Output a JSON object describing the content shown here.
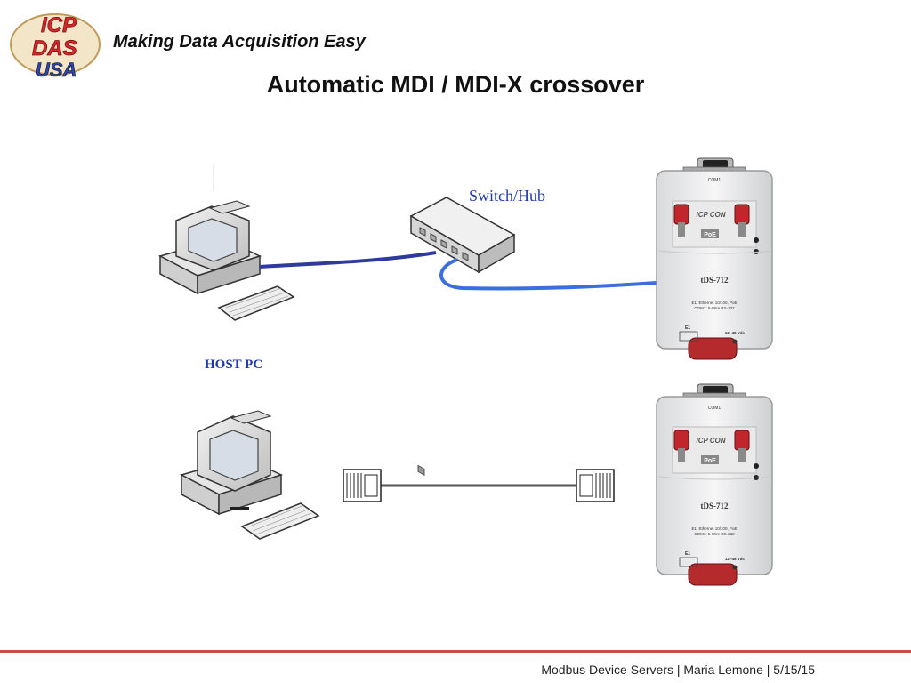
{
  "header": {
    "logo_text_line1": "ICP",
    "logo_text_line2": "DAS",
    "logo_text_line3": "USA",
    "tagline": "Making Data Acquisition Easy"
  },
  "slide": {
    "title": "Automatic MDI / MDI-X crossover"
  },
  "diagram": {
    "switch_label": "Switch/Hub",
    "host_label": "HOST PC",
    "device_top": {
      "model": "tDS-712",
      "port_label": "COM1",
      "brand": "ICP CON",
      "badge": "PoE",
      "spec_line1": "E1: Ethernet 10/100, PoE",
      "spec_line2": "COM1: 5-Wire RS-232",
      "e1_label": "E1",
      "power_label": "12~48 Vdc"
    },
    "device_bottom": {
      "model": "tDS-712",
      "port_label": "COM1",
      "brand": "ICP CON",
      "badge": "PoE",
      "spec_line1": "E1: Ethernet 10/100, PoE",
      "spec_line2": "COM1: 5-Wire RS-232",
      "e1_label": "E1",
      "power_label": "12~48 Vdc"
    },
    "colors": {
      "cable_dark": "#2e3a9e",
      "cable_light": "#3b6fe0",
      "crossover_cable": "#555555",
      "label_blue": "#1f3aa8"
    }
  },
  "footer": {
    "text": "Modbus Device Servers | Maria  Lemone | 5/15/15"
  }
}
